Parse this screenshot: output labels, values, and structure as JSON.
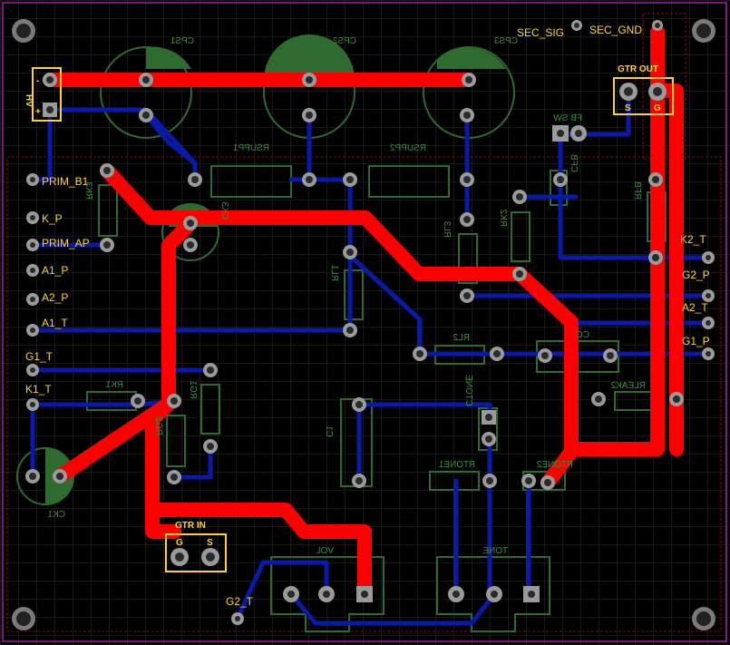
{
  "colors": {
    "background": "#000000",
    "grid": "#3a3a3a",
    "top_copper": "#ff0000",
    "bottom_copper": "#0a1aa8",
    "silkscreen": "#ffd42a",
    "component_outline": "#2e6b2e",
    "pad": "#9a9a9a",
    "drill": "#2a2a2a",
    "board_outline": "#a020a0",
    "keepout": "#b01010"
  },
  "net_labels": {
    "sec_sig": "SEC_SIG",
    "sec_gnd": "SEC_GND",
    "prim_b1": "PRIM_B1",
    "k_p": "K_P",
    "prim_ap": "PRIM_AP",
    "a1_p": "A1_P",
    "a2_p": "A2_P",
    "a1_t": "A1_T",
    "g1_t": "G1_T",
    "k1_t": "K1_T",
    "k2_t": "K2_T",
    "g2_p": "G2_P",
    "a2_t": "A2_T",
    "g1_p": "G1_P",
    "g2_t": "G2_T"
  },
  "connectors": {
    "hv": {
      "name": "HV",
      "pin_minus": "-",
      "pin_plus": "+"
    },
    "gtr_out": {
      "name": "GTR OUT",
      "pin_s": "S",
      "pin_g": "G"
    },
    "gtr_in": {
      "name": "GTR IN",
      "pin_g": "G",
      "pin_s": "S"
    }
  },
  "components": {
    "cps1": "CPS1",
    "cps2": "CPS2",
    "cps3": "CPS3",
    "rsupp1": "RSUPP1",
    "rsupp2": "RSUPP2",
    "fb_sw": "FB SW",
    "cfb": "CFB",
    "rfb": "RFB",
    "rk3": "RK3",
    "ck3": "CK3",
    "rk2": "RK2",
    "rl1": "RL1",
    "rl2": "RL2",
    "rl3": "RL3",
    "cc": "CC",
    "rleak2": "RLEAK2",
    "rk1": "RK1",
    "rg1": "RG1",
    "rg2": "RG2",
    "c1": "C1",
    "ctone": "CTONE",
    "rtone1": "RTONE1",
    "rtone2": "RTONE2",
    "ck1": "CK1",
    "vol": "VOL",
    "tone": "TONE"
  }
}
